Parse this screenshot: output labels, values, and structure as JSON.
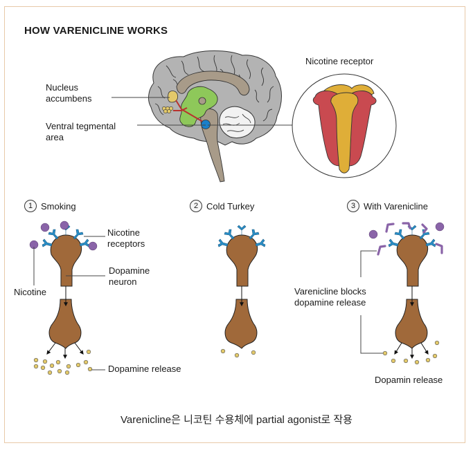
{
  "title": "HOW VARENICLINE WORKS",
  "brain": {
    "labels": {
      "nucleus_accumbens": "Nucleus\naccumbens",
      "ventral_tegmental_area": "Ventral tegmental\narea"
    }
  },
  "receptor_inset": {
    "label": "Nicotine receptor"
  },
  "steps": [
    {
      "number": "1",
      "label": "Smoking"
    },
    {
      "number": "2",
      "label": "Cold Turkey"
    },
    {
      "number": "3",
      "label": "With Varenicline"
    }
  ],
  "step1_labels": {
    "nicotine_receptors": "Nicotine\nreceptors",
    "dopamine_neuron": "Dopamine\nneuron",
    "nicotine": "Nicotine",
    "dopamine_release": "Dopamine release"
  },
  "step3_labels": {
    "varenicline_blocks": "Varenicline blocks\ndopamine release",
    "dopamin_release": "Dopamin release"
  },
  "caption": "Varenicline은 니코틴 수용체에 partial agonist로 작용",
  "colors": {
    "border": "#e8c9a8",
    "neuron": "#a0693a",
    "receptor": "#2a8fc7",
    "nicotine": "#8a64a8",
    "dopamine": "#e3c96a",
    "brain_gray": "#b3b3b3",
    "brainstem": "#a89b89",
    "limbic_green": "#8ec85a",
    "vta_blue": "#1a7fc9",
    "pathway_red": "#b8322e",
    "receptor_red": "#c94a50",
    "receptor_yellow": "#dfae38"
  }
}
